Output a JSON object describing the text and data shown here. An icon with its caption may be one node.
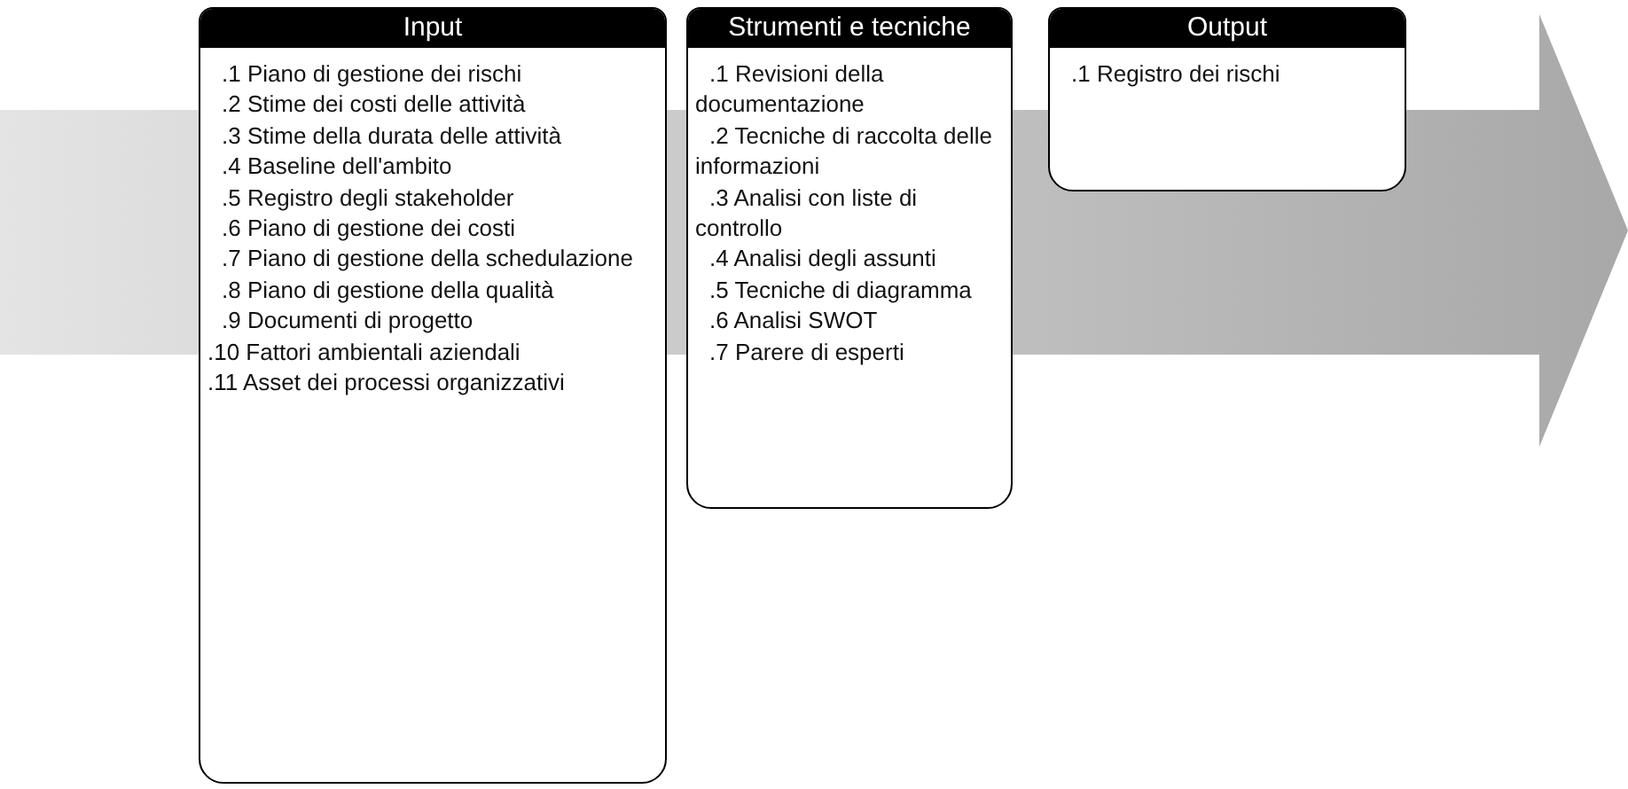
{
  "diagram": {
    "nodes": [
      {
        "text": [
          "Input",
          ".1 Piano di gestione dei rischi",
          ".2 Stime dei costi delle attività",
          ".3 Stime della durata delle attività",
          ".4 Baseline dell'ambito",
          ".5 Registro degli stakeholder",
          ".6 Piano di gestione dei costi",
          ".7 Piano di gestione della schedulazione",
          ".8 Piano di gestione della qualità",
          ".9 Documenti di progetto",
          ".10 Fattori ambientali aziendali",
          ".11 Asset dei processi organizzativi"
        ]
      },
      {
        "text": [
          "Strumenti e tecniche",
          ".1 Revisioni della documentazione",
          ".2 Tecniche di raccolta delle informazioni",
          ".3 Analisi con liste di controllo",
          ".4 Analisi degli assunti",
          ".5 Tecniche di diagramma",
          ".6 Analisi SWOT",
          ".7 Parere di esperti"
        ]
      },
      {
        "text": [
          "Output",
          ".1 Registro dei rischi"
        ]
      }
    ]
  }
}
